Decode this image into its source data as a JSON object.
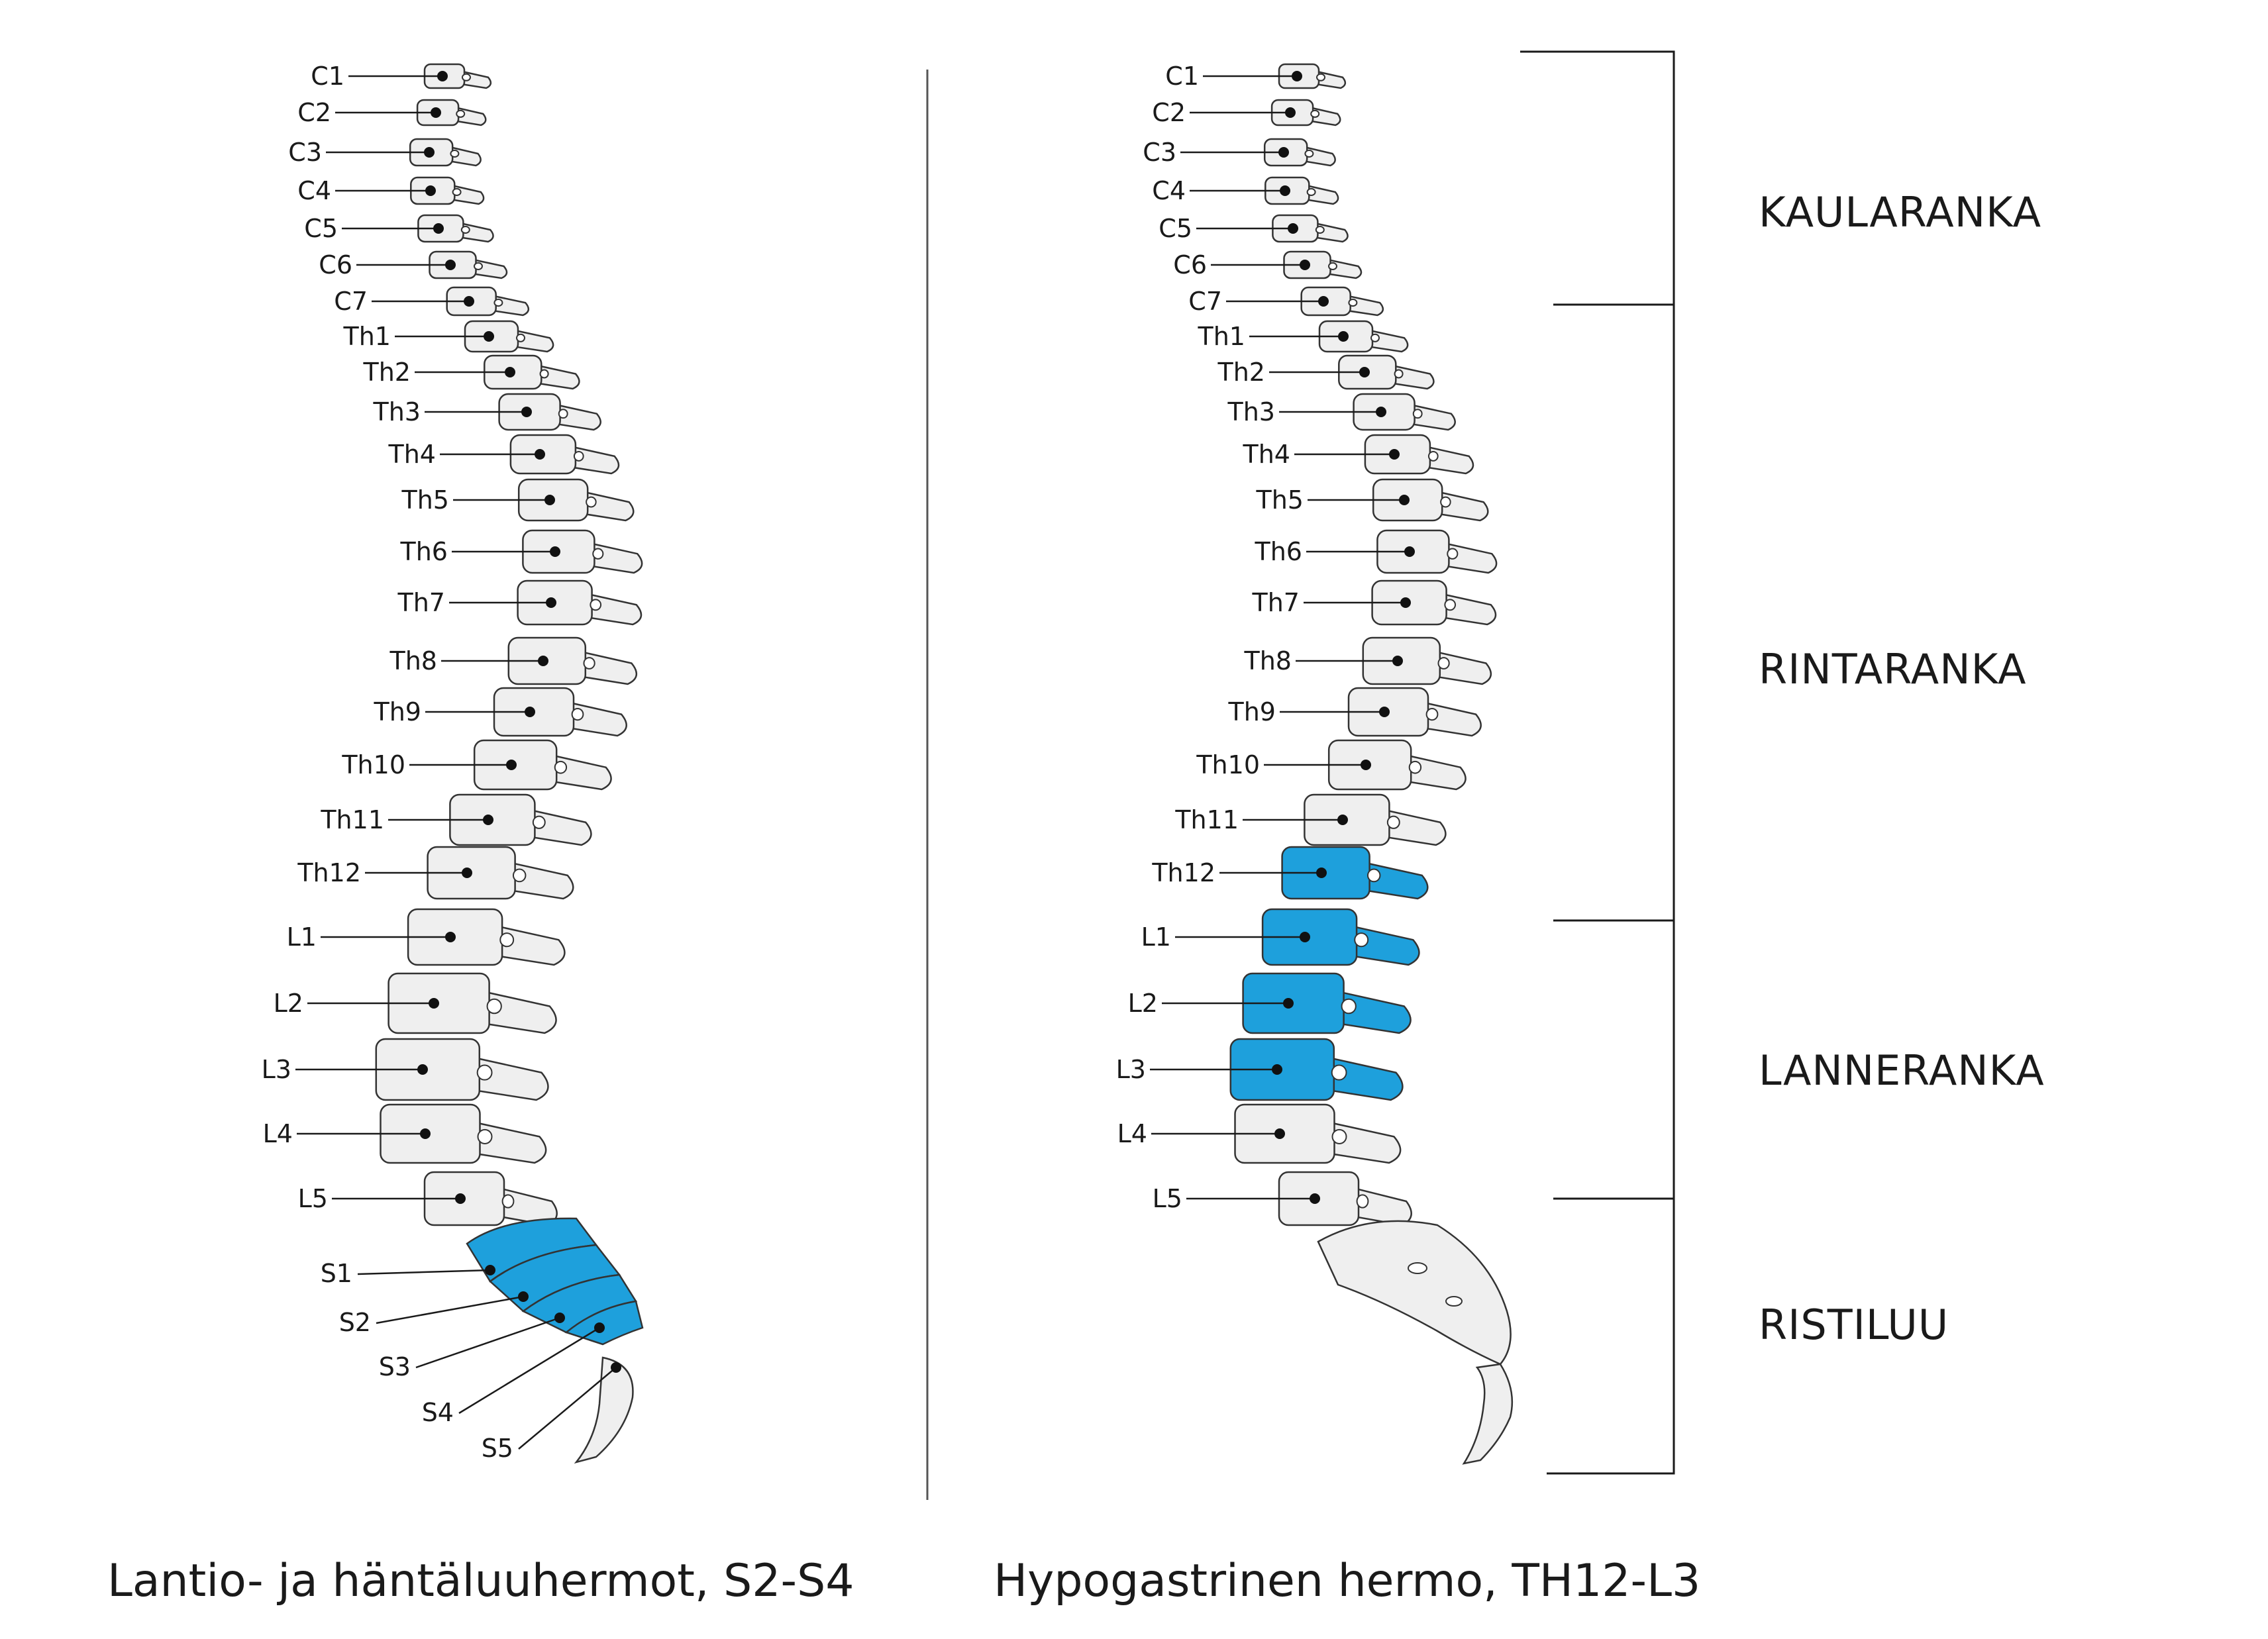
{
  "colors": {
    "highlight": "#1ea0dc",
    "bone_fill": "#efefef",
    "bone_stroke": "#333333",
    "text": "#1a1a1a"
  },
  "left_panel": {
    "caption": "Lantio- ja häntäluuhermot, S2-S4",
    "vertebrae": [
      "C1",
      "C2",
      "C3",
      "C4",
      "C5",
      "C6",
      "C7",
      "Th1",
      "Th2",
      "Th3",
      "Th4",
      "Th5",
      "Th6",
      "Th7",
      "Th8",
      "Th9",
      "Th10",
      "Th11",
      "Th12",
      "L1",
      "L2",
      "L3",
      "L4",
      "L5",
      "S1",
      "S2",
      "S3",
      "S4",
      "S5"
    ],
    "highlighted": [
      "S1",
      "S2",
      "S3",
      "S4"
    ]
  },
  "right_panel": {
    "caption": "Hypogastrinen hermo, TH12-L3",
    "vertebrae": [
      "C1",
      "C2",
      "C3",
      "C4",
      "C5",
      "C6",
      "C7",
      "Th1",
      "Th2",
      "Th3",
      "Th4",
      "Th5",
      "Th6",
      "Th7",
      "Th8",
      "Th9",
      "Th10",
      "Th11",
      "Th12",
      "L1",
      "L2",
      "L3",
      "L4",
      "L5"
    ],
    "highlighted": [
      "Th12",
      "L1",
      "L2",
      "L3"
    ]
  },
  "regions": [
    "KAULARANKA",
    "RINTARANKA",
    "LANNERANKA",
    "RISTILUU"
  ]
}
